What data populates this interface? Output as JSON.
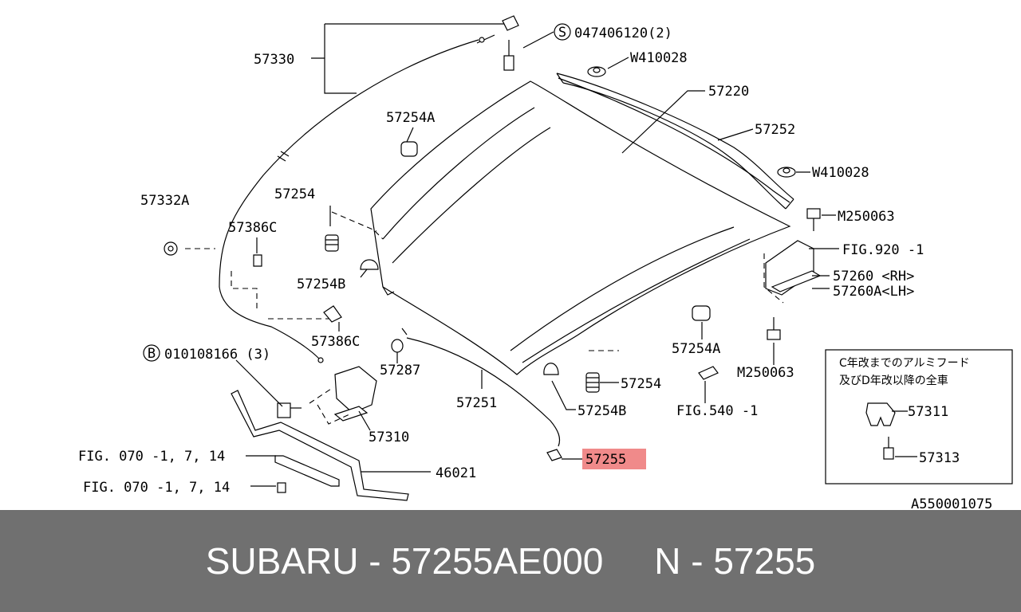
{
  "labels": {
    "p57330": "57330",
    "s047406120": "047406120(2)",
    "w410028_a": "W410028",
    "p57220": "57220",
    "p57252": "57252",
    "w410028_b": "W410028",
    "p57254A_a": "57254A",
    "p57332A": "57332A",
    "p57254_a": "57254",
    "p57386C_a": "57386C",
    "p57254B_a": "57254B",
    "p57386C_b": "57386C",
    "m250063_a": "M250063",
    "fig920": "FIG.920 -1",
    "p57260": "57260 <RH>",
    "p57260A": "57260A<LH>",
    "b010108166": "010108166 (3)",
    "p57287": "57287",
    "p57254A_b": "57254A",
    "m250063_b": "M250063",
    "p57254_b": "57254",
    "p57251": "57251",
    "p57310": "57310",
    "p57254B_b": "57254B",
    "fig540": "FIG.540 -1",
    "fig070_a": "FIG. 070 -1, 7, 14",
    "p57255": "57255",
    "p46021": "46021",
    "fig070_b": "FIG. 070 -1, 7, 14",
    "ref": "A550001075",
    "circle_s": "S",
    "circle_b": "B"
  },
  "inset": {
    "note_line1": "C年改までのアルミフード",
    "note_line2": "及びD年改以降の全車",
    "p57311": "57311",
    "p57313": "57313"
  },
  "highlight_color": "#f08a8a",
  "footer": {
    "text": "SUBARU - 57255AE000     N - 57255"
  }
}
